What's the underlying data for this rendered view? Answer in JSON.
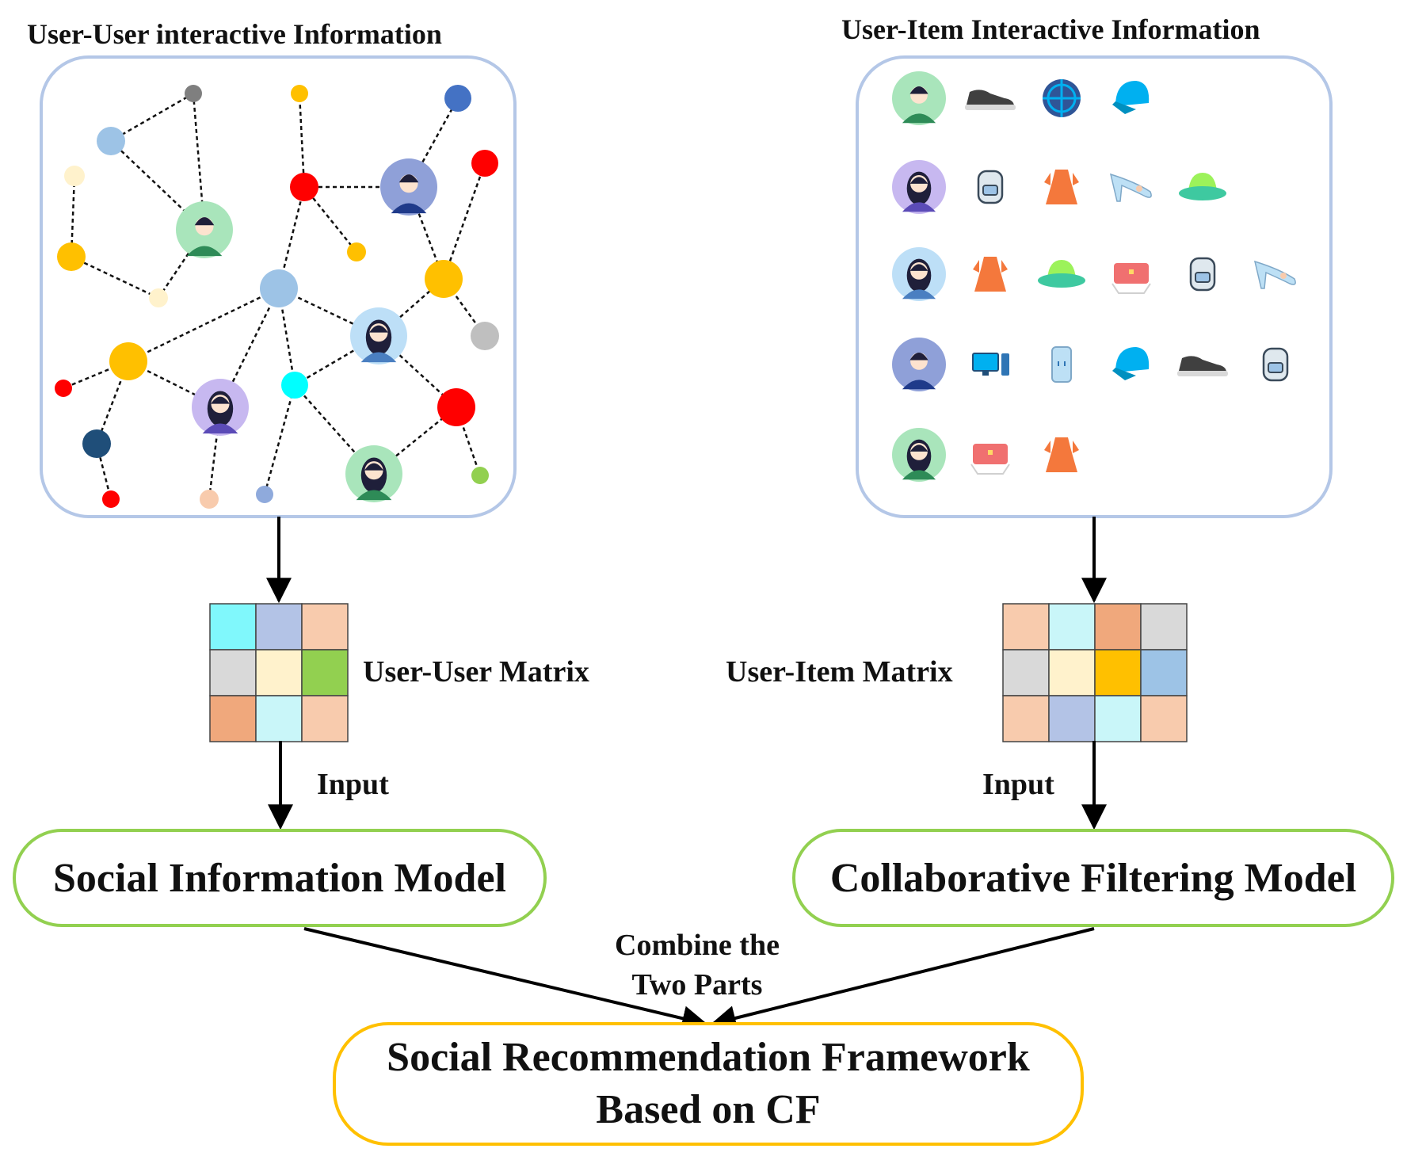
{
  "left_panel": {
    "title": "User-User interactive Information",
    "matrix_label": "User-User Matrix",
    "input_label": "Input",
    "model_label": "Social Information Model",
    "matrix_colors": [
      "#80f8fc",
      "#b3c3e6",
      "#f8cbad",
      "#d9d9d9",
      "#fff2cc",
      "#92d050",
      "#f0a87c",
      "#c9f6f9",
      "#f8cbad"
    ]
  },
  "right_panel": {
    "title": "User-Item Interactive Information",
    "matrix_label": "User-Item Matrix",
    "input_label": "Input",
    "model_label": "Collaborative Filtering Model",
    "matrix_colors": [
      "#f8cbad",
      "#c9f6f9",
      "#f0a87c",
      "#d9d9d9",
      "#d9d9d9",
      "#fff2cc",
      "#ffc000",
      "#9dc3e6",
      "#f8cbad",
      "#b3c3e6",
      "#c9f6f9",
      "#f8cbad"
    ],
    "rows": [
      {
        "user": "user-man-green-icon",
        "items": [
          "sneaker-icon",
          "ball-icon",
          "cap-icon"
        ]
      },
      {
        "user": "user-woman-purple-icon",
        "items": [
          "backpack-icon",
          "dress-icon",
          "high-heel-icon",
          "hat-icon"
        ]
      },
      {
        "user": "user-girl-blue-icon",
        "items": [
          "dress-icon",
          "hat-icon",
          "handbag-icon",
          "backpack-icon",
          "high-heel-icon"
        ]
      },
      {
        "user": "user-man-blue-icon",
        "items": [
          "computer-icon",
          "phone-icon",
          "cap-icon",
          "sneaker-icon",
          "backpack-icon"
        ]
      },
      {
        "user": "user-woman-green-icon",
        "items": [
          "handbag-icon",
          "dress-icon"
        ]
      }
    ]
  },
  "combine_label": {
    "line1": "Combine the",
    "line2": "Two Parts"
  },
  "framework": {
    "line1": "Social Recommendation Framework",
    "line2": "Based on CF"
  },
  "colors": {
    "panel_border": "#b4c7e7",
    "green_border": "#92d050",
    "yellow_border": "#ffc000"
  }
}
